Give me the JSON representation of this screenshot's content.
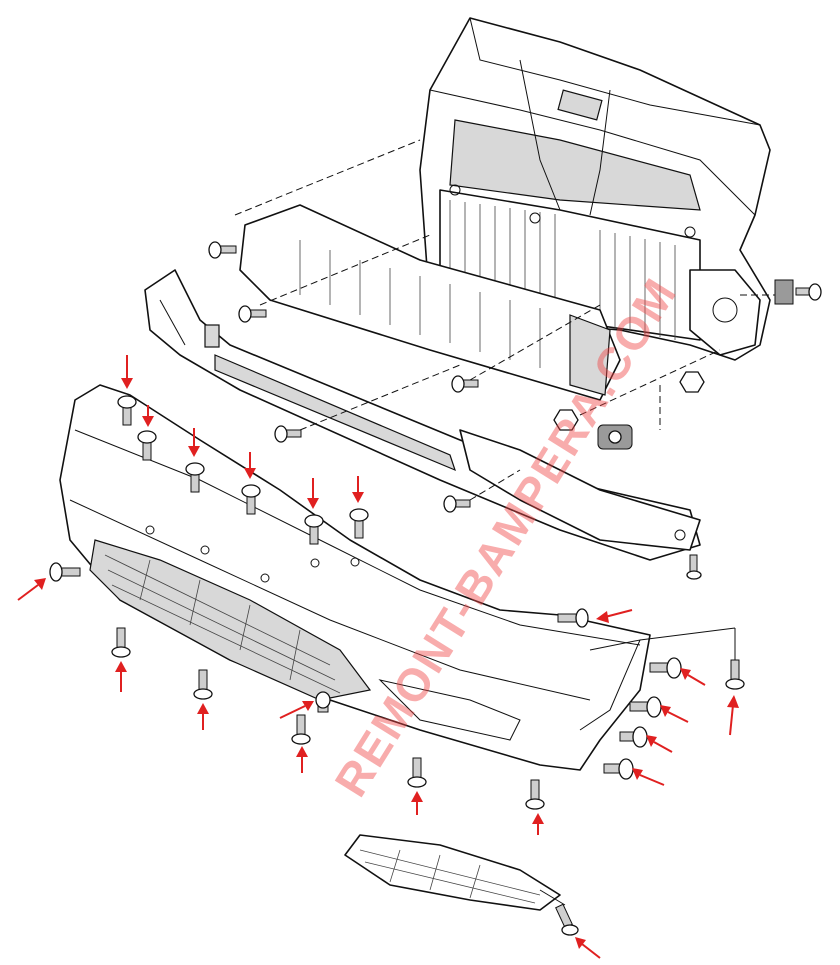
{
  "watermark": {
    "text": "REMONT-BAMPERA.COM",
    "color": "#f04646"
  },
  "colors": {
    "line": "#111111",
    "background": "#ffffff",
    "arrow": "#e02020"
  },
  "parts": [
    {
      "id": "radiator-support",
      "icon": "radiator-frame-icon"
    },
    {
      "id": "impact-absorber",
      "icon": "foam-absorber-icon"
    },
    {
      "id": "reinforcement-bar",
      "icon": "beam-icon"
    },
    {
      "id": "bumper-cover",
      "icon": "bumper-icon"
    },
    {
      "id": "fog-lamp-grille",
      "icon": "grille-icon"
    },
    {
      "id": "fasteners",
      "icon": "bolt-icon"
    }
  ],
  "arrows": [
    {
      "target": "top-clip",
      "count": 6
    },
    {
      "target": "underside-screw",
      "count": 5
    },
    {
      "target": "side-bolt",
      "count": 5
    },
    {
      "target": "corner-screw",
      "count": 2
    },
    {
      "target": "grille-screw",
      "count": 1
    }
  ]
}
